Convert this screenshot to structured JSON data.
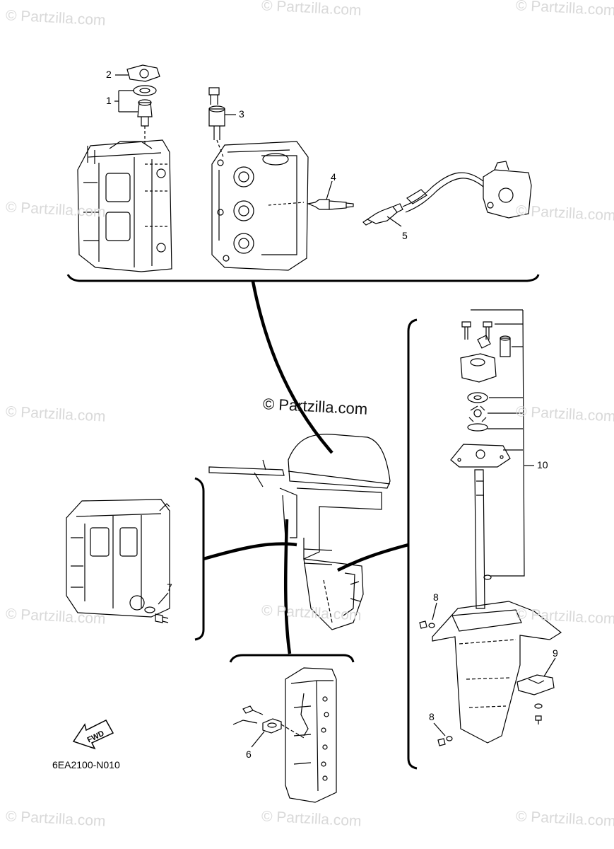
{
  "watermark_text": "© Partzilla.com",
  "center_watermark": "© Partzilla.com",
  "diagram_code": "6EA2100-N010",
  "fwd_label": "FWD",
  "callouts": {
    "c1": "1",
    "c2": "2",
    "c3": "3",
    "c4": "4",
    "c5": "5",
    "c6": "6",
    "c7": "7",
    "c8a": "8",
    "c8b": "8",
    "c9": "9",
    "c10": "10"
  },
  "colors": {
    "line": "#000000",
    "watermark": "#d9d9d9",
    "background": "#ffffff"
  }
}
